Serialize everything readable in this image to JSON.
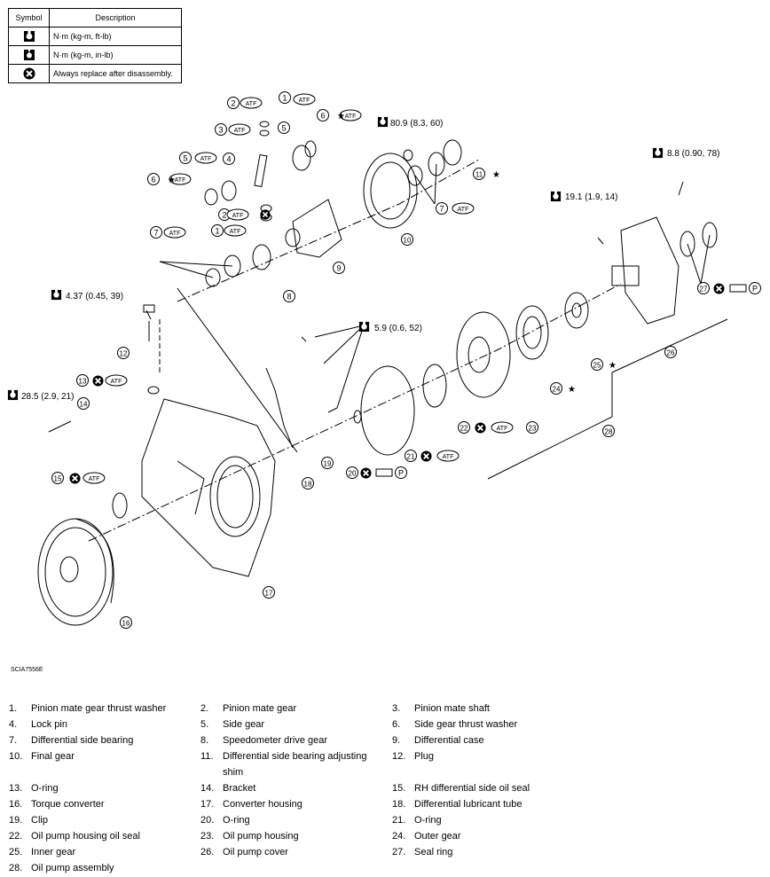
{
  "legend": {
    "headers": {
      "symbol": "Symbol",
      "description": "Description"
    },
    "rows": [
      {
        "icon": "torque-ft-lb-icon",
        "text": "N·m (kg-m, ft-lb)"
      },
      {
        "icon": "torque-in-lb-icon",
        "text": "N·m (kg-m, in-lb)"
      },
      {
        "icon": "always-replace-icon",
        "text": "Always replace after disassembly."
      }
    ]
  },
  "diagram": {
    "torque_labels": {
      "t1": "80.9 (8.3, 60)",
      "t2": "8.8 (0.90, 78)",
      "t3": "19.1 (1.9, 14)",
      "t4": "4.37 (0.45, 39)",
      "t5": "5.9 (0.6, 52)",
      "t6": "28.5 (2.9, 21)"
    },
    "atf": "ATF",
    "star": "★",
    "p": "P"
  },
  "figure_code": "SCIA7556E",
  "parts": [
    {
      "num": "1.",
      "name": "Pinion mate gear thrust washer"
    },
    {
      "num": "2.",
      "name": "Pinion mate gear"
    },
    {
      "num": "3.",
      "name": "Pinion mate shaft"
    },
    {
      "num": "4.",
      "name": "Lock pin"
    },
    {
      "num": "5.",
      "name": "Side gear"
    },
    {
      "num": "6.",
      "name": "Side gear thrust washer"
    },
    {
      "num": "7.",
      "name": "Differential side bearing"
    },
    {
      "num": "8.",
      "name": "Speedometer drive gear"
    },
    {
      "num": "9.",
      "name": "Differential case"
    },
    {
      "num": "10.",
      "name": "Final gear"
    },
    {
      "num": "11.",
      "name": "Differential side bearing adjusting shim"
    },
    {
      "num": "12.",
      "name": "Plug"
    },
    {
      "num": "13.",
      "name": "O-ring"
    },
    {
      "num": "14.",
      "name": "Bracket"
    },
    {
      "num": "15.",
      "name": "RH differential side oil seal"
    },
    {
      "num": "16.",
      "name": "Torque converter"
    },
    {
      "num": "17.",
      "name": "Converter housing"
    },
    {
      "num": "18.",
      "name": "Differential lubricant tube"
    },
    {
      "num": "19.",
      "name": "Clip"
    },
    {
      "num": "20.",
      "name": "O-ring"
    },
    {
      "num": "21.",
      "name": "O-ring"
    },
    {
      "num": "22.",
      "name": "Oil pump housing oil seal"
    },
    {
      "num": "23.",
      "name": "Oil pump housing"
    },
    {
      "num": "24.",
      "name": "Outer gear"
    },
    {
      "num": "25.",
      "name": "Inner gear"
    },
    {
      "num": "26.",
      "name": "Oil pump cover"
    },
    {
      "num": "27.",
      "name": "Seal ring"
    },
    {
      "num": "28.",
      "name": "Oil pump assembly"
    }
  ]
}
